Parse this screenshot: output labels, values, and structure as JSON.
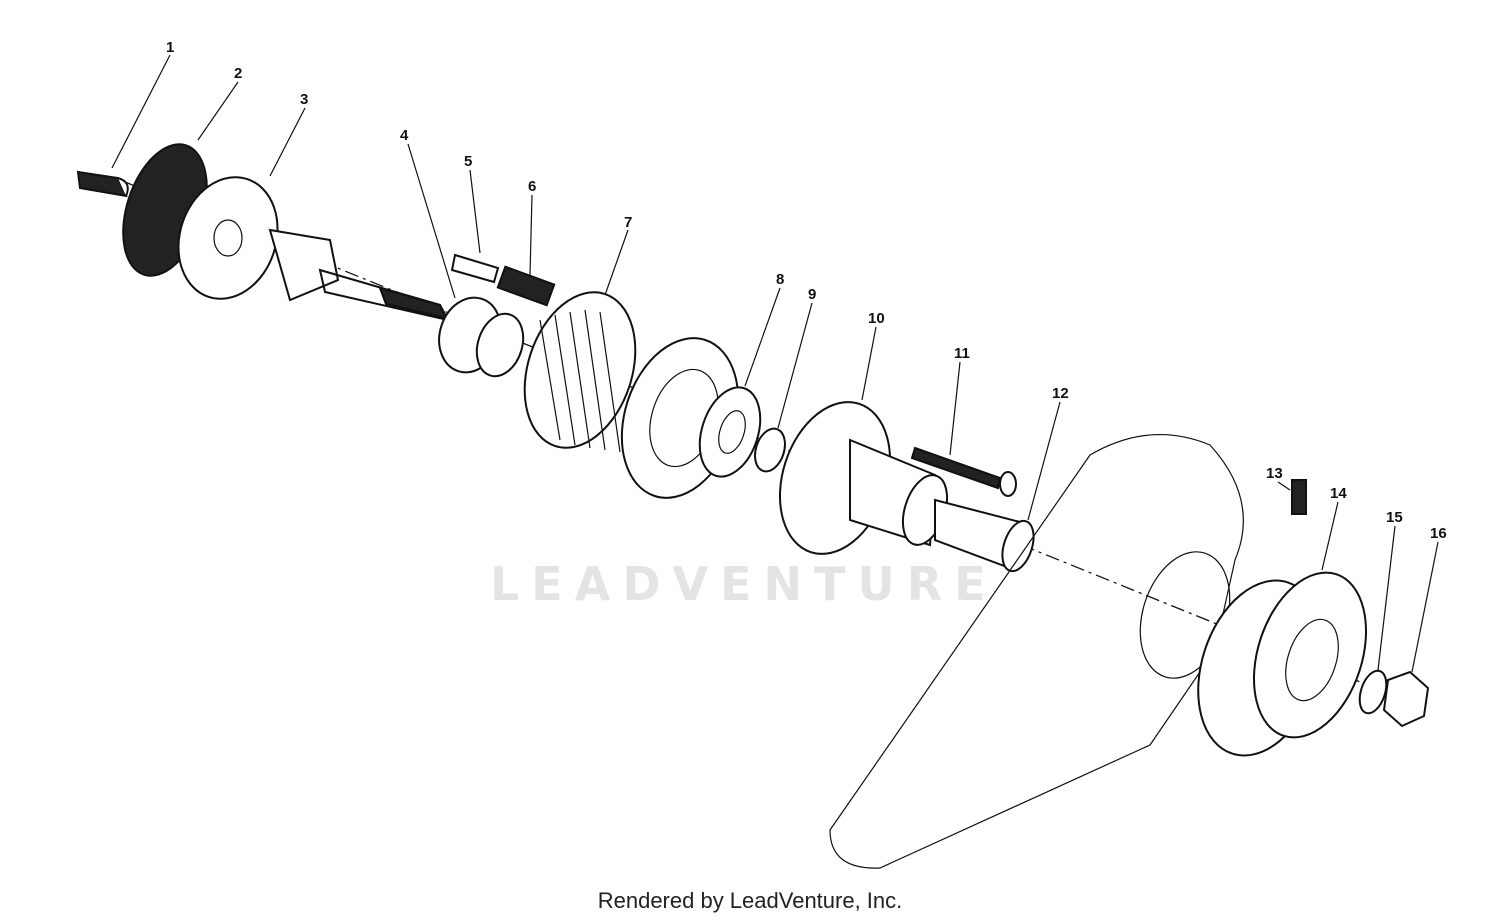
{
  "watermark": "LEADVENTURE",
  "footer": "Rendered by LeadVenture, Inc.",
  "callouts": [
    "1",
    "2",
    "3",
    "4",
    "5",
    "6",
    "7",
    "8",
    "9",
    "10",
    "11",
    "12",
    "13",
    "14",
    "15",
    "16"
  ]
}
